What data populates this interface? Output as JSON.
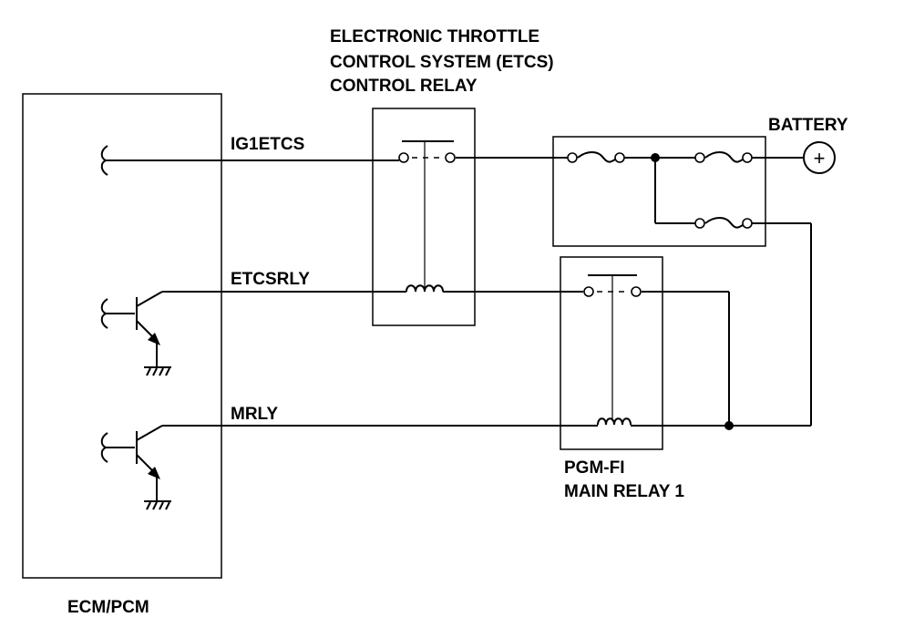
{
  "title_lines": [
    "ELECTRONIC THROTTLE",
    "CONTROL SYSTEM (ETCS)",
    "CONTROL RELAY"
  ],
  "battery_label": "BATTERY",
  "ecm_label": "ECM/PCM",
  "signals": {
    "ig1etcs": "IG1ETCS",
    "etcsrly": "ETCSRLY",
    "mrly": "MRLY"
  },
  "main_relay_lines": [
    "PGM-FI",
    "MAIN RELAY 1"
  ],
  "battery_symbol": "+"
}
